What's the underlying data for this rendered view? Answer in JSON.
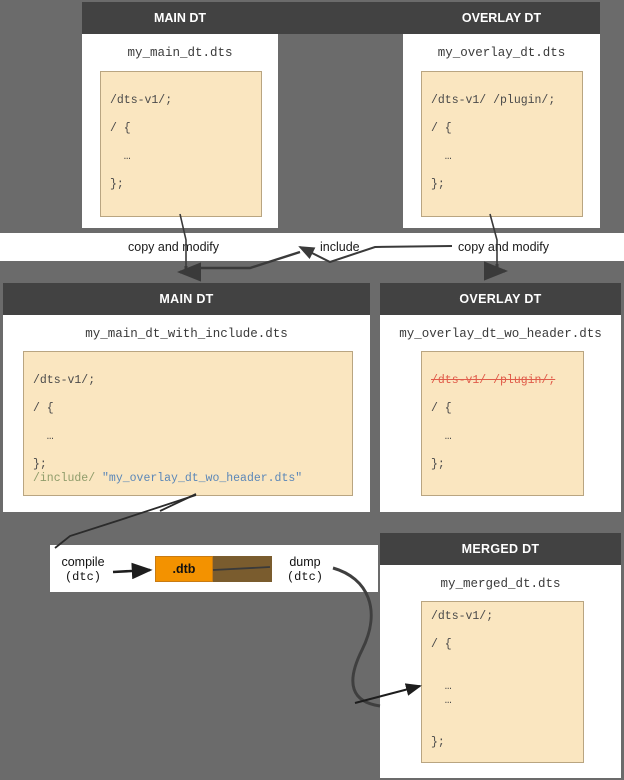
{
  "diagram": {
    "title": "Device Tree overlay build flow",
    "background_color": "#6b6b6b",
    "header_color": "#424242",
    "code_bg_color": "#fae6c0",
    "accent_color": "#f39200"
  },
  "row_top": {
    "main": {
      "header": "MAIN DT",
      "filename": "my_main_dt.dts",
      "code_lines": [
        "/dts-v1/;",
        "",
        "/ {",
        "",
        "  …",
        "",
        "};"
      ]
    },
    "overlay": {
      "header": "OVERLAY DT",
      "filename": "my_overlay_dt.dts",
      "code_lines": [
        "/dts-v1/ /plugin/;",
        "",
        "/ {",
        "",
        "  …",
        "",
        "};"
      ]
    }
  },
  "connectors": {
    "copy_and_modify_left": "copy and modify",
    "include": "include",
    "copy_and_modify_right": "copy and modify"
  },
  "row_middle": {
    "main": {
      "header": "MAIN DT",
      "filename": "my_main_dt_with_include.dts",
      "code_lines": [
        "/dts-v1/;",
        "",
        "/ {",
        "",
        "  …",
        "",
        "};"
      ],
      "include_directive": "/include/",
      "include_target": "\"my_overlay_dt_wo_header.dts\""
    },
    "overlay": {
      "header": "OVERLAY DT",
      "filename": "my_overlay_dt_wo_header.dts",
      "struck_line": "/dts-v1/ /plugin/;",
      "code_lines": [
        "",
        "/ {",
        "",
        "  …",
        "",
        "};"
      ]
    }
  },
  "toolchain": {
    "compile_label": "compile",
    "compile_tool": "(dtc)",
    "artifact_label": ".dtb",
    "dump_label": "dump",
    "dump_tool": "(dtc)"
  },
  "row_bottom": {
    "merged": {
      "header": "MERGED DT",
      "filename": "my_merged_dt.dts",
      "code_lines": [
        "/dts-v1/;",
        "",
        "/ {",
        "",
        "",
        "  …",
        "  …",
        "",
        "",
        "};"
      ]
    }
  }
}
